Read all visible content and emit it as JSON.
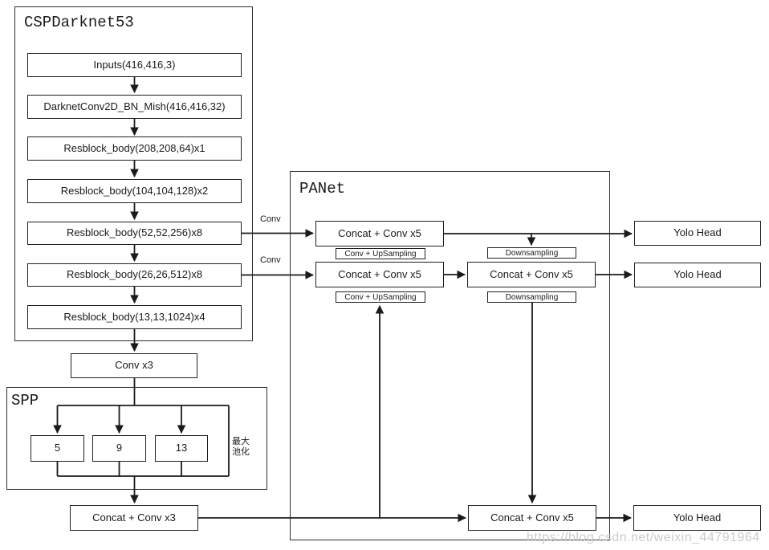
{
  "backbone": {
    "title": "CSPDarknet53",
    "blocks": [
      "Inputs(416,416,3)",
      "DarknetConv2D_BN_Mish(416,416,32)",
      "Resblock_body(208,208,64)x1",
      "Resblock_body(104,104,128)x2",
      "Resblock_body(52,52,256)x8",
      "Resblock_body(26,26,512)x8",
      "Resblock_body(13,13,1024)x4"
    ],
    "branch_labels": [
      "Conv",
      "Conv"
    ]
  },
  "neck": {
    "conv_x3": "Conv x3",
    "spp": {
      "title": "SPP",
      "pools": [
        "5",
        "9",
        "13"
      ],
      "maxpool_label": [
        "最大",
        "池化"
      ]
    },
    "concat_conv_x3": "Concat + Conv x3",
    "panet": {
      "title": "PANet",
      "concat_conv_x5": "Concat + Conv x5",
      "conv_upsampling": "Conv + UpSampling",
      "downsampling": "Downsampling"
    }
  },
  "heads": {
    "label": "Yolo Head"
  },
  "watermark": "https://blog.csdn.net/weixin_44791964"
}
